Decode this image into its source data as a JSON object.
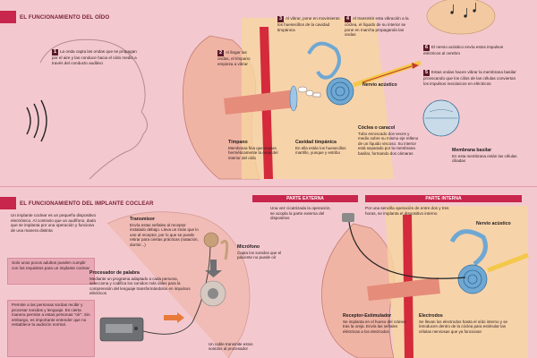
{
  "section1": {
    "title": "EL FUNCIONAMIENTO DEL OÍDO",
    "s1_text": "La onda capta las ondas que se propagan por el aire y las conduce hacia el oído medio a través del conducto auditivo",
    "s2_text": "Al llegar las ondas, el tímpano empieza a vibrar",
    "s3_text": "Al vibrar, pone en movimiento los huesecillos de la cavidad timpánica",
    "s4_text": "Al transmitir esta vibración a la cóclea, el líquido de su interior se pone en marcha propagando las ondas",
    "s5_text": "Estas ondas hacen vibrar la membrana basilar provocando que los cilios de las células conviertan los impulsos mecánicos en eléctricos",
    "s6_text": "El nervio acústico envía estos impulsos eléctricos al cerebro",
    "timpano_title": "Tímpano",
    "timpano_text": "Membrana fina que separa herméticamente la oreja del interior del oído",
    "cavidad_title": "Cavidad timpánica",
    "cavidad_text": "En ella están los huesecillos martillo, yunque y estribo",
    "coclea_title": "Cóclea o caracol",
    "coclea_text": "Tubo enroscado dos veces y medio sobre su mismo eje relleno de un líquido viscoso. Su interior está separado por la membrana basilar, formando dos cámaras",
    "nervio_label": "Nervio acústico",
    "membrana_title": "Membrana basilar",
    "membrana_text": "En esta membrana están las células ciliadas"
  },
  "section2": {
    "title": "EL FUNCIONAMIENTO DEL IMPLANTE COCLEAR",
    "intro": "Un implante coclear es un pequeño dispositivo electrónico. Al contrario que un audífono, dado que se implanta por una operación y funciona de una manera distinta",
    "note1": "Solo unos pocos adultos pueden cumplir con los requisitos para un implante coclear",
    "note2": "Permite a las personas sordas recibir y procesar sonidos y lenguaje. Es cierta manera permite a estas personas \"oír\". Sin embargo, es importante entender que no restablece la audición normal.",
    "transmisor_title": "Transmisor",
    "transmisor_text": "Envía estas señales al receptor instalado debajo. Lleva un imán que lo une al receptor, por lo que se puede retirar para ciertas prácticas (natación, dormir...)",
    "microfono_title": "Micrófono",
    "microfono_text": "Capta los sonidos que el paciente no puede oír",
    "procesador_title": "Procesador de palabra",
    "procesador_text": "Mediante un programa adaptado a cada persona, selecciona y codifica los sonidos más útiles para la comprensión del lenguaje transformándolos en impulsos eléctricos",
    "cable_text": "Un cable transmite estos sonidos al procesador",
    "parte_externa": "PARTE EXTERNA",
    "parte_interna": "PARTE INTERNA",
    "externa_text": "Una vez cicatrizada la operación, se acopla la parte externa del dispositivo",
    "interna_text": "Por una sencilla operación de entre dos y tres horas, se implanta el dispositivo interno",
    "nervio_label": "Nervio acústico",
    "receptor_title": "Receptor-Estimulador",
    "receptor_text": "Se implanta en el hueso del cráneo tras la oreja. Envía las señales eléctricas a los electrodos",
    "electrodos_title": "Electrodos",
    "electrodos_text": "Se llevan los electrodos hasta el oído interno y se introducen dentro de la cóclea para estimular las células nerviosas que ya funcionan"
  },
  "colors": {
    "background": "#f3c9cf",
    "accent": "#c8264c",
    "skin": "#f0b4a4",
    "cochlea": "#6fa8d2"
  }
}
